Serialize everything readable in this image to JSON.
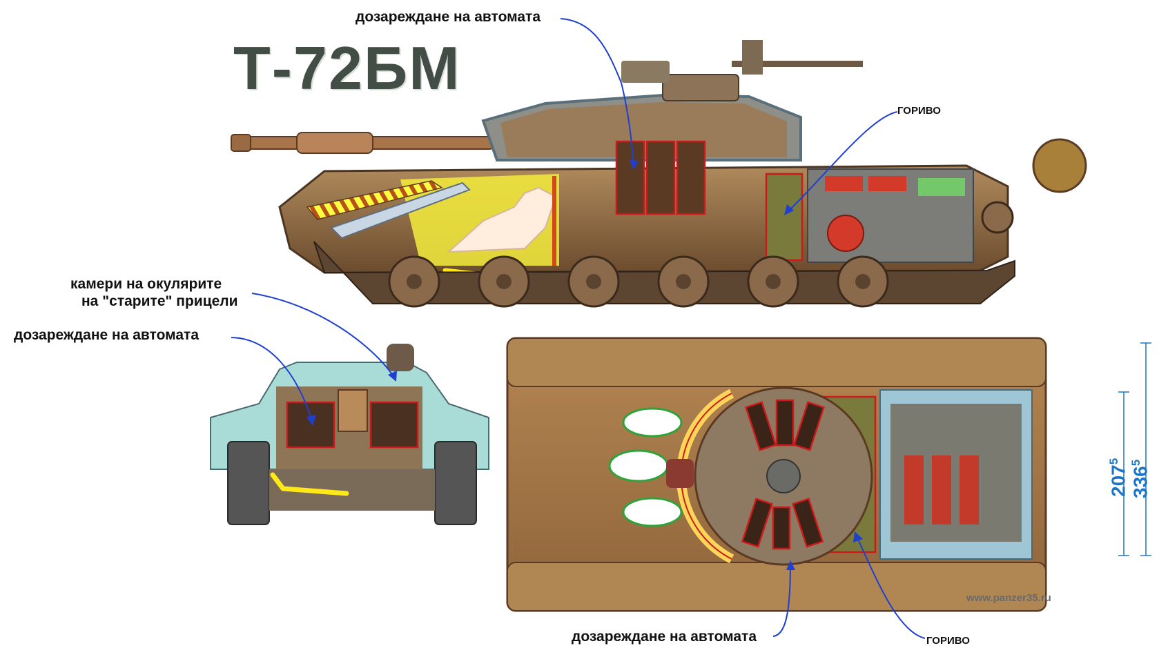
{
  "title": "Т-72БМ",
  "labels": {
    "top_autoloader": "дозареждане на автомата",
    "fuel_side": "ГОРИВО",
    "eyepiece_line1": "камери на окулярите",
    "eyepiece_line2": "на \"старите\" прицели",
    "left_autoloader": "дозареждане на автомата",
    "bottom_autoloader": "дозареждане на автомата",
    "fuel_bottom": "ГОРИВО"
  },
  "dimensions": {
    "inner_base": "207",
    "inner_sup": "5",
    "outer_base": "336",
    "outer_sup": "5"
  },
  "watermark": "www.panzer35.ru",
  "colors": {
    "arrow": "#1f3fcf",
    "dimension": "#1b75c9",
    "fuel": "#7a7a3c",
    "autoloader": "#5a3a22",
    "crew_yellow": "#ffff5a",
    "hull": "#a47a48",
    "turret_ring_yellow": "#ffd65a"
  }
}
